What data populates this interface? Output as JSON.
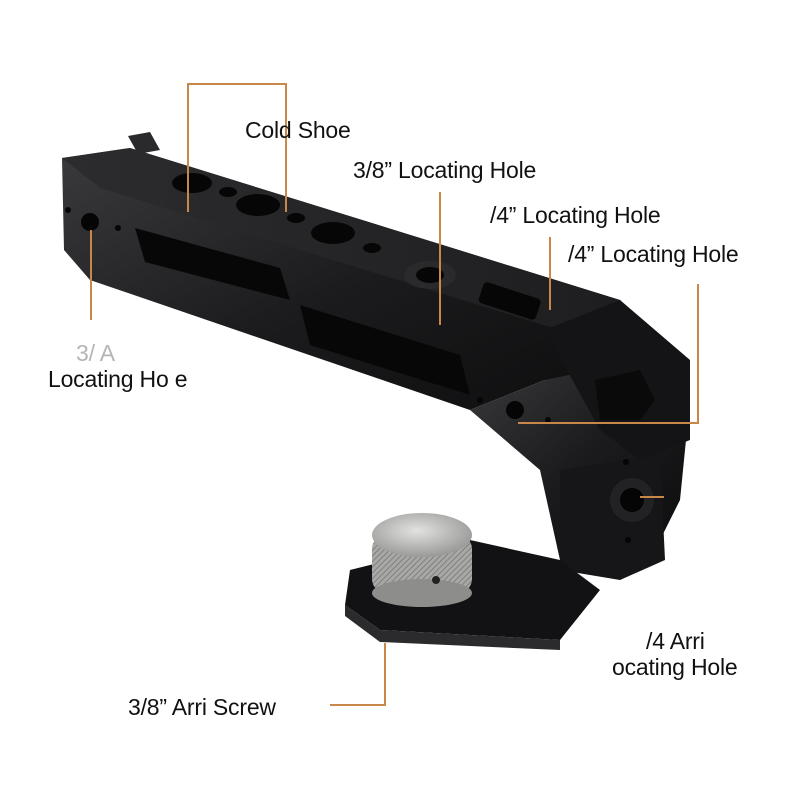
{
  "callouts": {
    "cold_shoe": "Cold Shoe",
    "top_38_hole": "3/8” Locating Hole",
    "top_14_hole_a": "/4” Locating Hole",
    "top_14_hole_b": "/4” Locating Hole",
    "left_hole_line1": "3/  A",
    "left_hole_line2": "Locating Ho e",
    "arri_screw": "3/8” Arri Screw",
    "arri_hole_line1": "/4  Arri",
    "arri_hole_line2": "ocating Hole"
  },
  "colors": {
    "leader_line": "#c9874a",
    "handle_body": "#1a1a1c",
    "knob": "#c4c4c2",
    "text": "#111111"
  }
}
